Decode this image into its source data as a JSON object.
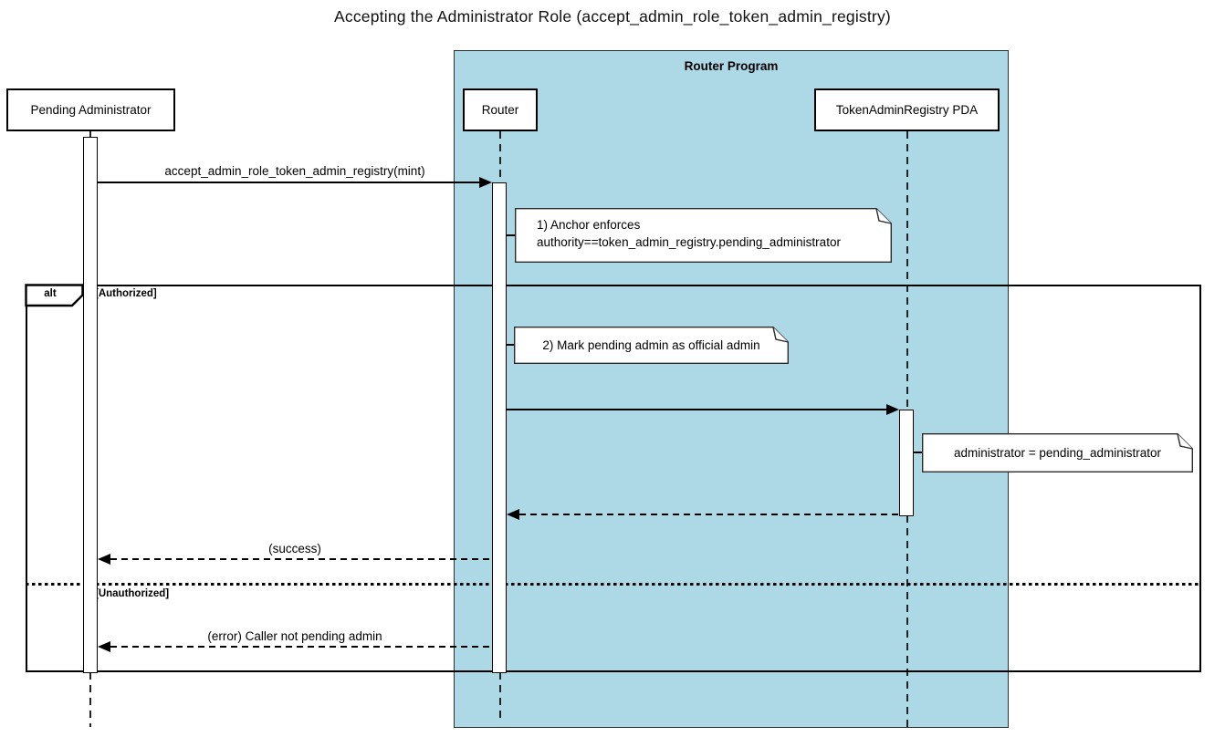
{
  "title": "Accepting the Administrator Role (accept_admin_role_token_admin_registry)",
  "program_frame": {
    "label": "Router Program"
  },
  "participants": {
    "pending_admin": {
      "label": "Pending Administrator"
    },
    "router": {
      "label": "Router"
    },
    "registry_pda": {
      "label": "TokenAdminRegistry PDA"
    }
  },
  "messages": {
    "accept_call": {
      "label": "accept_admin_role_token_admin_registry(mint)"
    },
    "success_return": {
      "label": "(success)"
    },
    "error_return": {
      "label": "(error) Caller not pending admin"
    }
  },
  "notes": {
    "anchor_enforces": {
      "line1": "1) Anchor enforces",
      "line2": "authority==token_admin_registry.pending_administrator"
    },
    "mark_admin": {
      "text": "2) Mark pending admin as official admin"
    },
    "set_admin": {
      "text": "administrator = pending_administrator"
    }
  },
  "alt_frame": {
    "operator": "alt",
    "guard_authorized": "[Authorized]",
    "guard_unauthorized": "[Unauthorized]"
  },
  "colors": {
    "program_fill": "#ADD8E6",
    "note_fill": "#FFFFFF",
    "line": "#000000",
    "background": "#FFFFFF"
  }
}
